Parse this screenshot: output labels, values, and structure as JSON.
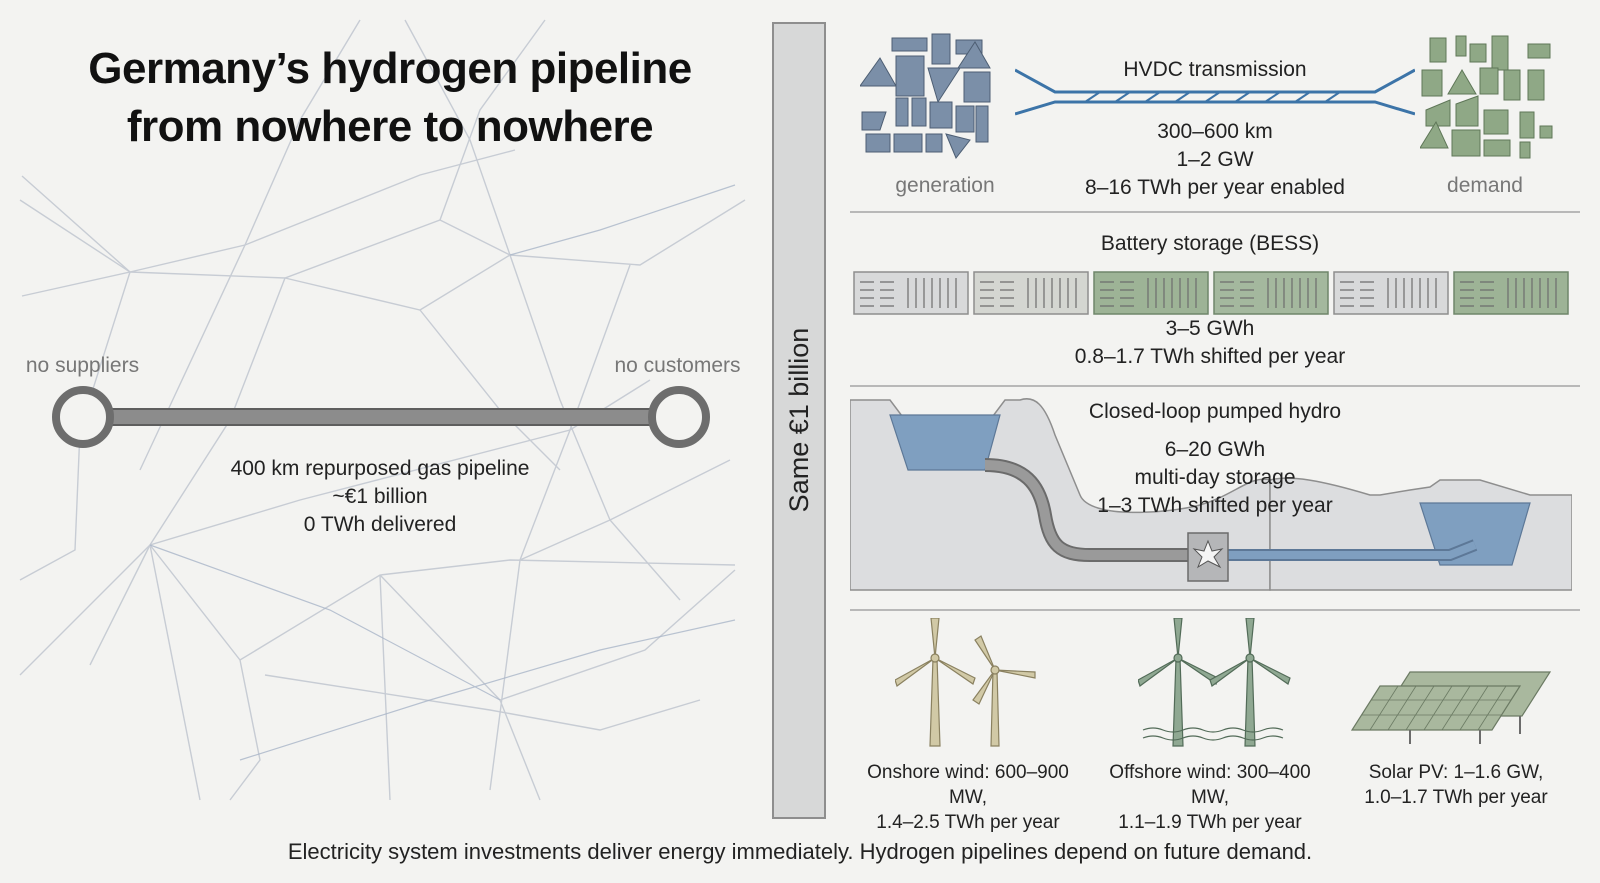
{
  "title": {
    "line1": "Germany’s hydrogen pipeline",
    "line2": "from nowhere to nowhere"
  },
  "pipeline": {
    "left_label": "no suppliers",
    "right_label": "no customers",
    "line1": "400 km repurposed gas pipeline",
    "line2": "~€1 billion",
    "line3": "0 TWh delivered"
  },
  "divider_label": "Same €1 billion",
  "hvdc": {
    "title": "HVDC transmission",
    "line1": "300–600 km",
    "line2": "1–2 GW",
    "line3": "8–16 TWh per year enabled",
    "left_label": "generation",
    "right_label": "demand"
  },
  "battery": {
    "title": "Battery storage (BESS)",
    "line1": "3–5 GWh",
    "line2": "0.8–1.7 TWh shifted per year"
  },
  "hydro": {
    "title": "Closed-loop pumped hydro",
    "line1": "6–20 GWh",
    "line2": "multi-day storage",
    "line3": "1–3 TWh shifted per year"
  },
  "generation_options": [
    {
      "line1": "Onshore wind: 600–900 MW,",
      "line2": "1.4–2.5 TWh per year"
    },
    {
      "line1": "Offshore wind: 300–400 MW,",
      "line2": "1.1–1.9 TWh per year"
    },
    {
      "line1": "Solar PV: 1–1.6 GW,",
      "line2": "1.0–1.7 TWh per year"
    }
  ],
  "footer": "Electricity system investments deliver energy immediately. Hydrogen pipelines depend on future demand.",
  "colors": {
    "background": "#f3f3f1",
    "generation_blue": "#7b8fa8",
    "demand_green": "#8fa886",
    "hvdc_line": "#3c74a8",
    "pipeline_grey": "#7a7a7a",
    "water": "#7f9fc0",
    "onshore_turbine": "#c8bf9a",
    "offshore_turbine": "#7f9a86"
  },
  "icons": [
    "generation-cluster-icon",
    "demand-cluster-icon",
    "battery-container-icon",
    "pumped-hydro-icon",
    "turbine-icon",
    "wind-turbine-icon",
    "solar-panel-icon"
  ]
}
